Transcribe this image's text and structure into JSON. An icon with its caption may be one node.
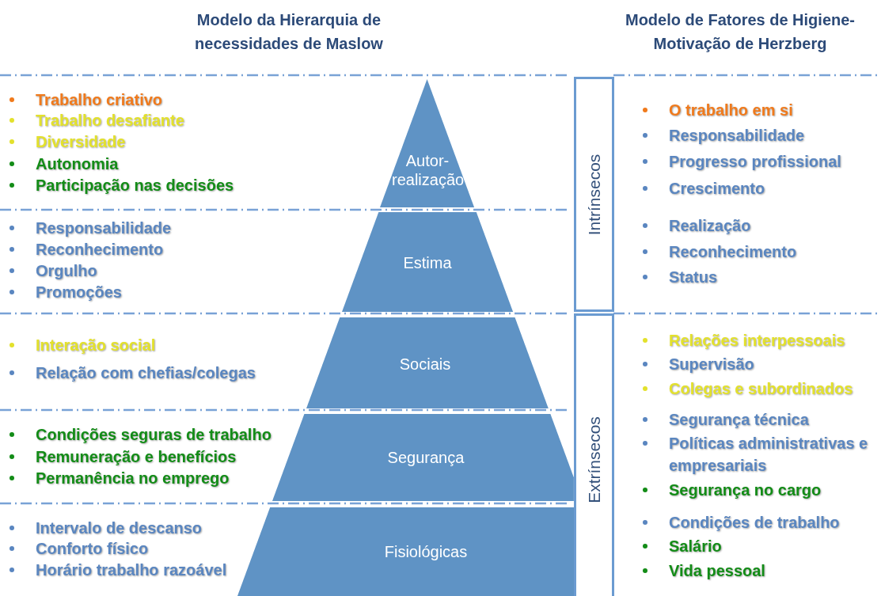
{
  "diagram": {
    "nodes": [
      {
        "text": [
          "Autor-realização"
        ]
      },
      {
        "text": [
          "Estima"
        ]
      },
      {
        "text": [
          "Sociais"
        ]
      },
      {
        "text": [
          "Segurança"
        ]
      },
      {
        "text": [
          "Fisiológicas"
        ]
      },
      {
        "text": [
          "Intrínsecos"
        ]
      },
      {
        "text": [
          "Extrínsecos"
        ]
      }
    ],
    "labels": [
      "Modelo da Hierarquia de necessidades de Maslow",
      "Modelo de Fatores de Higiene-Motivação de Herzberg",
      "Trabalho criativo",
      "Trabalho desafiante",
      "Diversidade",
      "Autonomia",
      "Participação nas decisões",
      "Responsabilidade",
      "Reconhecimento",
      "Orgulho",
      "Promoções",
      "Interação social",
      "Relação com chefias/colegas",
      "Condições seguras de trabalho",
      "Remuneração e benefícios",
      "Permanência no emprego",
      "Intervalo de descanso",
      "Conforto físico",
      "Horário trabalho razoável",
      "O trabalho em si",
      "Responsabilidade",
      "Progresso profissional",
      "Crescimento",
      "Realização",
      "Reconhecimento",
      "Status",
      "Relações interpessoais",
      "Supervisão",
      "Colegas e subordinados",
      "Segurança técnica",
      "Políticas administrativas e empresariais",
      "Segurança no cargo",
      "Condições de trabalho",
      "Salário",
      "Vida pessoal"
    ]
  }
}
